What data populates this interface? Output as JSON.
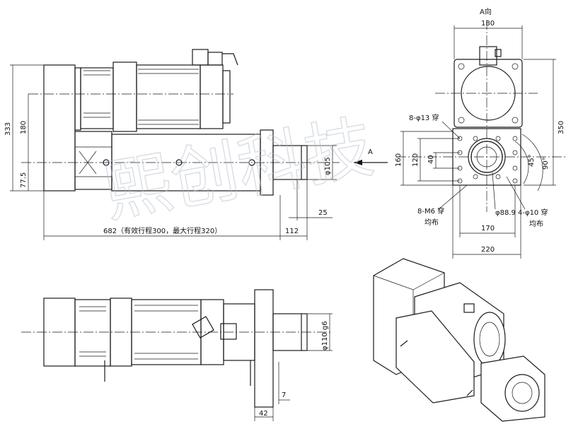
{
  "view_label": "A向",
  "arrow_label": "A",
  "dims": {
    "d180_top": "180",
    "d350": "350",
    "d333": "333",
    "d180_left": "180",
    "d77_5": "77.5",
    "d105": "φ105",
    "d25": "25",
    "d682": "682（有效行程300，最大行程320）",
    "d112": "112",
    "d160": "160",
    "d120": "120",
    "d40": "40",
    "d45": "45°",
    "d90": "90°",
    "d170": "170",
    "d220": "220",
    "d88_9": "φ88.9",
    "d110": "φ110 g6",
    "d7": "7",
    "d42": "42"
  },
  "notes": {
    "holes_13": "8-φ13 穿",
    "holes_m6": "8-M6 穿",
    "holes_m6_sub": "均布",
    "holes_10": "4-φ10 穿",
    "holes_10_sub": "均布"
  },
  "watermark": "熙创科技"
}
